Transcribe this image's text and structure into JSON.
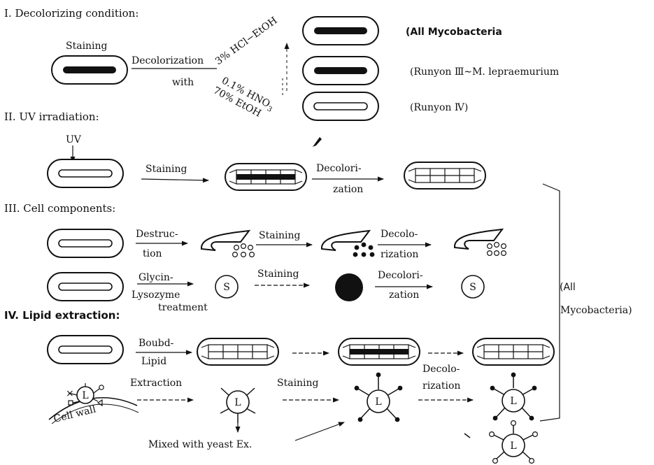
{
  "colors": {
    "ink": "#111111",
    "paper": "#ffffff"
  },
  "icons": [
    "bacillus-stained-icon",
    "bacillus-unstained-icon",
    "bacillus-segmented-icon",
    "cell-debris-icon",
    "spheroplast-icon",
    "lipid-molecule-icon",
    "cell-wall-icon",
    "arrow-icon"
  ],
  "sections": {
    "s1": {
      "title": "I. Decolorizing condition:",
      "staining": "Staining",
      "decolorization": "Decolorization",
      "with": "with",
      "reagent_acid": "3% HCl−EtOH",
      "reagent_nitric_1": "0.1% HNO",
      "reagent_nitric_sub": "3",
      "reagent_nitric_2": "70% EtOH",
      "result_1": "(All Mycobacteria",
      "result_2": "(Runyon Ⅲ∼M. lepraemurium",
      "result_3": "(Runyon Ⅳ)"
    },
    "s2": {
      "title": "II. UV irradiation:",
      "uv": "UV",
      "staining": "Staining",
      "decolor_1": "Decolori-",
      "decolor_2": "zation"
    },
    "s3": {
      "title": "III. Cell components:",
      "destruc_1": "Destruc-",
      "destruc_2": "tion",
      "staining_a": "Staining",
      "decolo_a1": "Decolo-",
      "decolo_a2": "rization",
      "glycin": "Glycin-",
      "lysozyme": "Lysozyme",
      "treatment": "treatment",
      "s_label": "S",
      "staining_b": "Staining",
      "decolor_b1": "Decolori-",
      "decolor_b2": "zation"
    },
    "s4": {
      "title": "IV. Lipid extraction:",
      "boubd": "Boubd-",
      "lipid": "Lipid",
      "extraction": "Extraction",
      "staining": "Staining",
      "decolo_1": "Decolo-",
      "decolo_2": "rization",
      "cell_wall": "Cell wall",
      "l_label": "L",
      "mixed": "Mixed with yeast Ex."
    },
    "bracket": {
      "line1": "(All",
      "line2": "Mycobacteria)"
    }
  }
}
